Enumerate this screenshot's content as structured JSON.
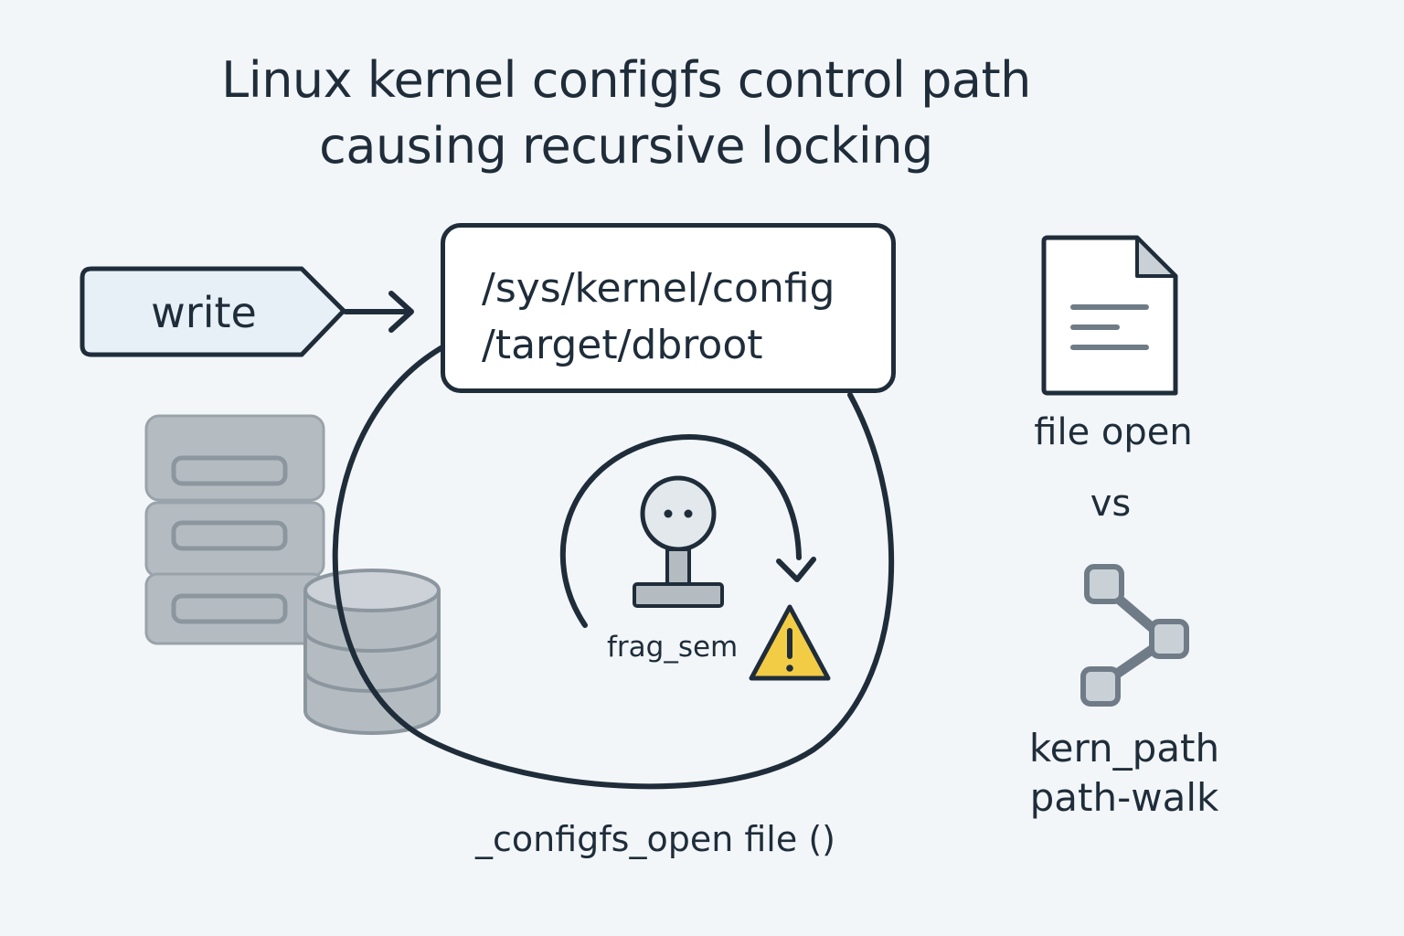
{
  "title": {
    "line1": "Linux kernel configfs control path",
    "line2": "causing recursive locking"
  },
  "write_tag": {
    "label": "write"
  },
  "config_path": {
    "line1": "/sys/kernel/config",
    "line2": "/target/dbroot"
  },
  "lock": {
    "label": "frag_sem"
  },
  "function_label": "_configfs_open file ()",
  "comparison": {
    "left_label": "file open",
    "vs": "vs",
    "right_line1": "kern_path",
    "right_line2": "path-walk"
  },
  "icons": {
    "server": "server-stack-icon",
    "database": "database-icon",
    "lock": "lock-key-icon",
    "warning": "warning-icon",
    "file": "file-document-icon",
    "graph": "path-graph-icon"
  },
  "colors": {
    "background": "#f3f6f9",
    "ink": "#1f2d3a",
    "tag_fill": "#e6f0f6",
    "gray_fill": "#b4bcc2",
    "gray_stroke": "#8c969e",
    "warning_fill": "#f3cc46"
  }
}
